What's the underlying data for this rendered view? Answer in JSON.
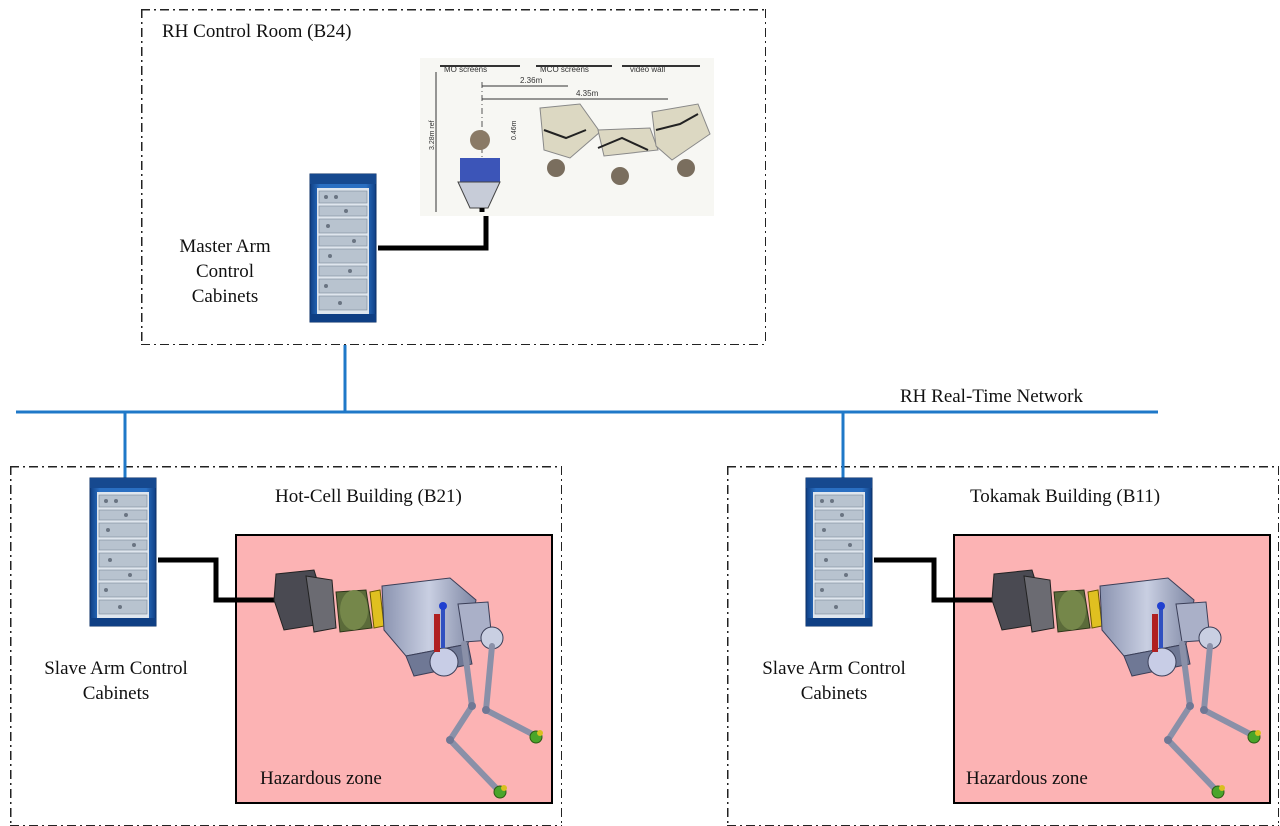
{
  "control_room": {
    "title": "RH Control Room (B24)",
    "cabinet_label": "Master Arm Control Cabinets",
    "layout_labels": {
      "mo_screens": "MO screens",
      "mco_screens": "MCO screens",
      "video_wall": "video wall",
      "dim_236": "2.36m",
      "dim_435": "4.35m",
      "dim_046": "0.46m",
      "dim_328": "3.28m ref"
    }
  },
  "network": {
    "label": "RH Real-Time Network",
    "color": "#1f78c8"
  },
  "hot_cell": {
    "title": "Hot-Cell Building (B21)",
    "cabinet_label": "Slave Arm Control Cabinets",
    "hazard_label": "Hazardous zone"
  },
  "tokamak": {
    "title": "Tokamak Building (B11)",
    "cabinet_label": "Slave Arm Control Cabinets",
    "hazard_label": "Hazardous zone"
  },
  "colors": {
    "hazard_fill": "#fcb3b4",
    "cabinet_blue": "#1c5fae"
  }
}
